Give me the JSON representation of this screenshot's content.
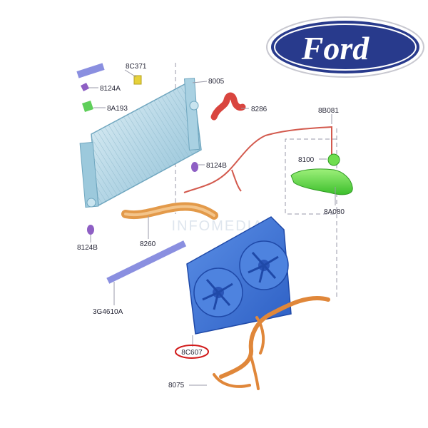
{
  "brand": {
    "name": "Ford",
    "color": "#283a8c"
  },
  "watermark": "INFOMEDIA",
  "highlight_color": "#d11a1a",
  "parts": [
    {
      "id": "8C371",
      "name": "bracket"
    },
    {
      "id": "8005",
      "name": "radiator"
    },
    {
      "id": "8124A",
      "name": "radiator-mount-upper"
    },
    {
      "id": "8A193",
      "name": "bracket"
    },
    {
      "id": "8286",
      "name": "hose-upper"
    },
    {
      "id": "8B081",
      "name": "overflow-hose"
    },
    {
      "id": "8124B",
      "name": "radiator-mount"
    },
    {
      "id": "8100",
      "name": "reservoir-cap"
    },
    {
      "id": "8A080",
      "name": "coolant-reservoir"
    },
    {
      "id": "8124B",
      "name": "radiator-mount-lower"
    },
    {
      "id": "8260",
      "name": "hose-lower"
    },
    {
      "id": "3G4610A",
      "name": "seal-strip"
    },
    {
      "id": "8C607",
      "name": "fan-shroud",
      "highlighted": true
    },
    {
      "id": "8075",
      "name": "hose"
    }
  ]
}
